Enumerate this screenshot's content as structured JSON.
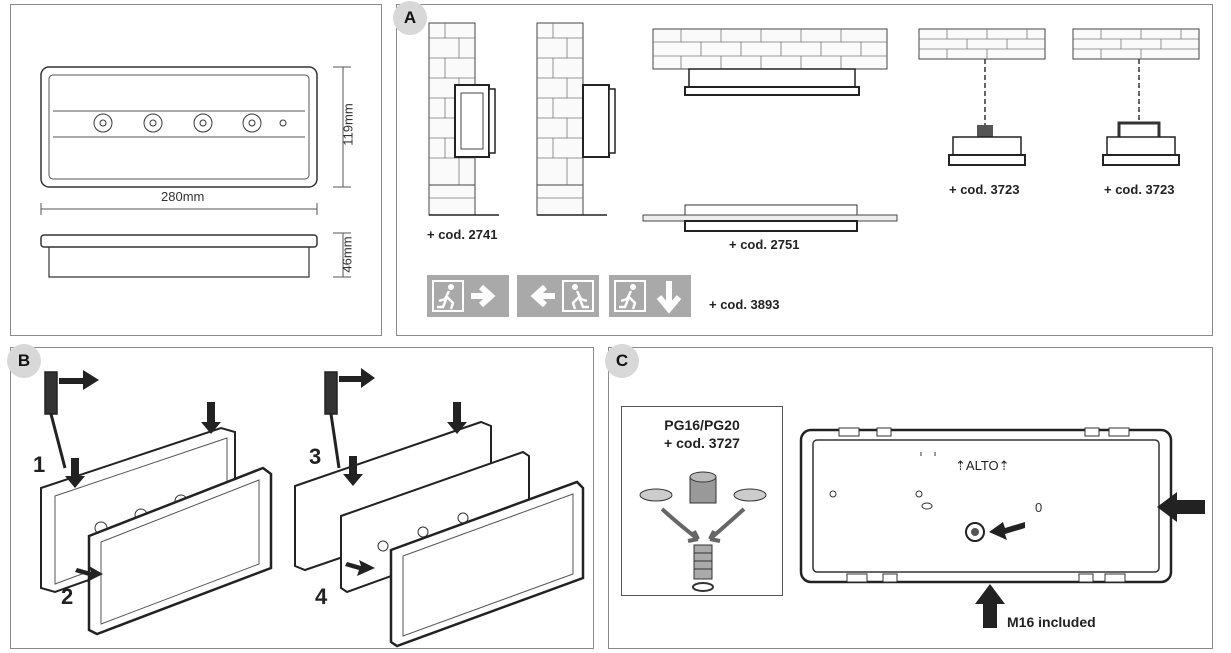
{
  "panels": {
    "dims": {
      "width": "280mm",
      "height": "119mm",
      "depth": "46mm"
    },
    "a": {
      "badge": "A",
      "labels": {
        "wall": "+ cod. 2741",
        "recessed": "+ cod. 2751",
        "chain1": "+ cod. 3723",
        "chain2": "+ cod. 3723",
        "signs": "+ cod. 3893"
      },
      "signs": [
        "exit-right-sign",
        "exit-left-sign",
        "exit-down-sign"
      ]
    },
    "b": {
      "badge": "B",
      "steps": [
        "1",
        "2",
        "3",
        "4"
      ]
    },
    "c": {
      "badge": "C",
      "gland_title": "PG16/PG20",
      "gland_code": "+ cod. 3727",
      "alto": "⇡ALTO⇡",
      "zero": "0",
      "m16": "M16 included"
    }
  },
  "colors": {
    "badge_bg": "#d8d8d8",
    "sign_bg": "#a9a9a9",
    "line": "#333333"
  }
}
